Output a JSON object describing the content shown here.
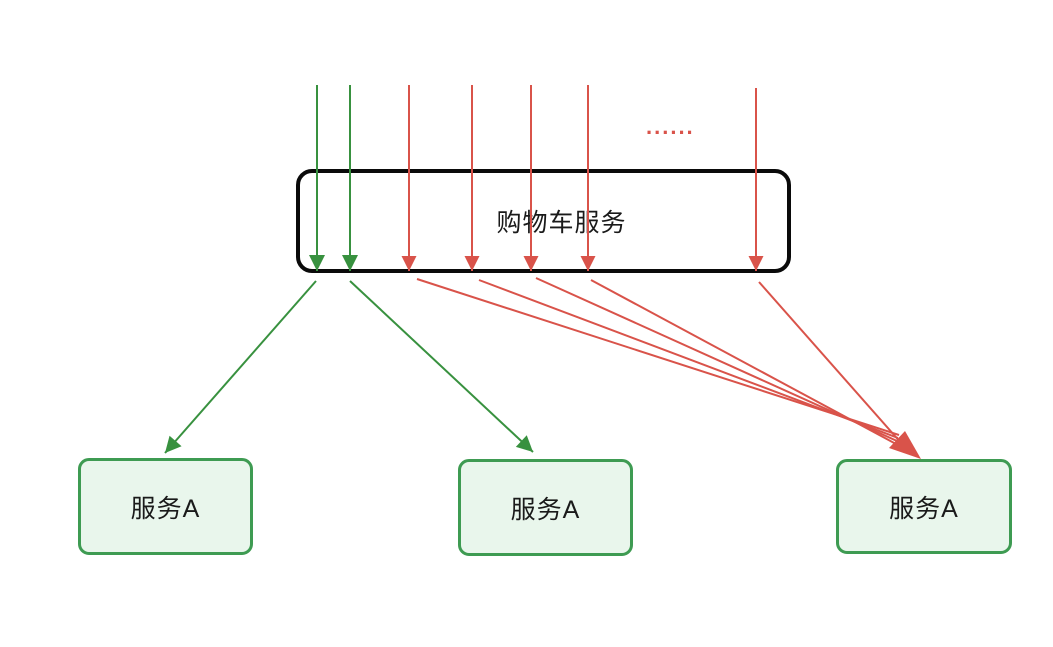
{
  "diagram": {
    "title_box": {
      "label": "购物车服务"
    },
    "ellipsis": "......",
    "service_boxes": [
      {
        "label": "服务A"
      },
      {
        "label": "服务A"
      },
      {
        "label": "服务A"
      }
    ],
    "arrows": {
      "incoming_green_count": 2,
      "incoming_red_count": 5,
      "green_targets": [
        "service-box-1",
        "service-box-2"
      ],
      "red_target": "service-box-3"
    },
    "colors": {
      "green": "#38913f",
      "red": "#d9534a",
      "black_border": "#0a0a0a",
      "service_border": "#3e9b52",
      "service_fill": "#e9f6ec",
      "text": "#1a1a1a"
    }
  }
}
